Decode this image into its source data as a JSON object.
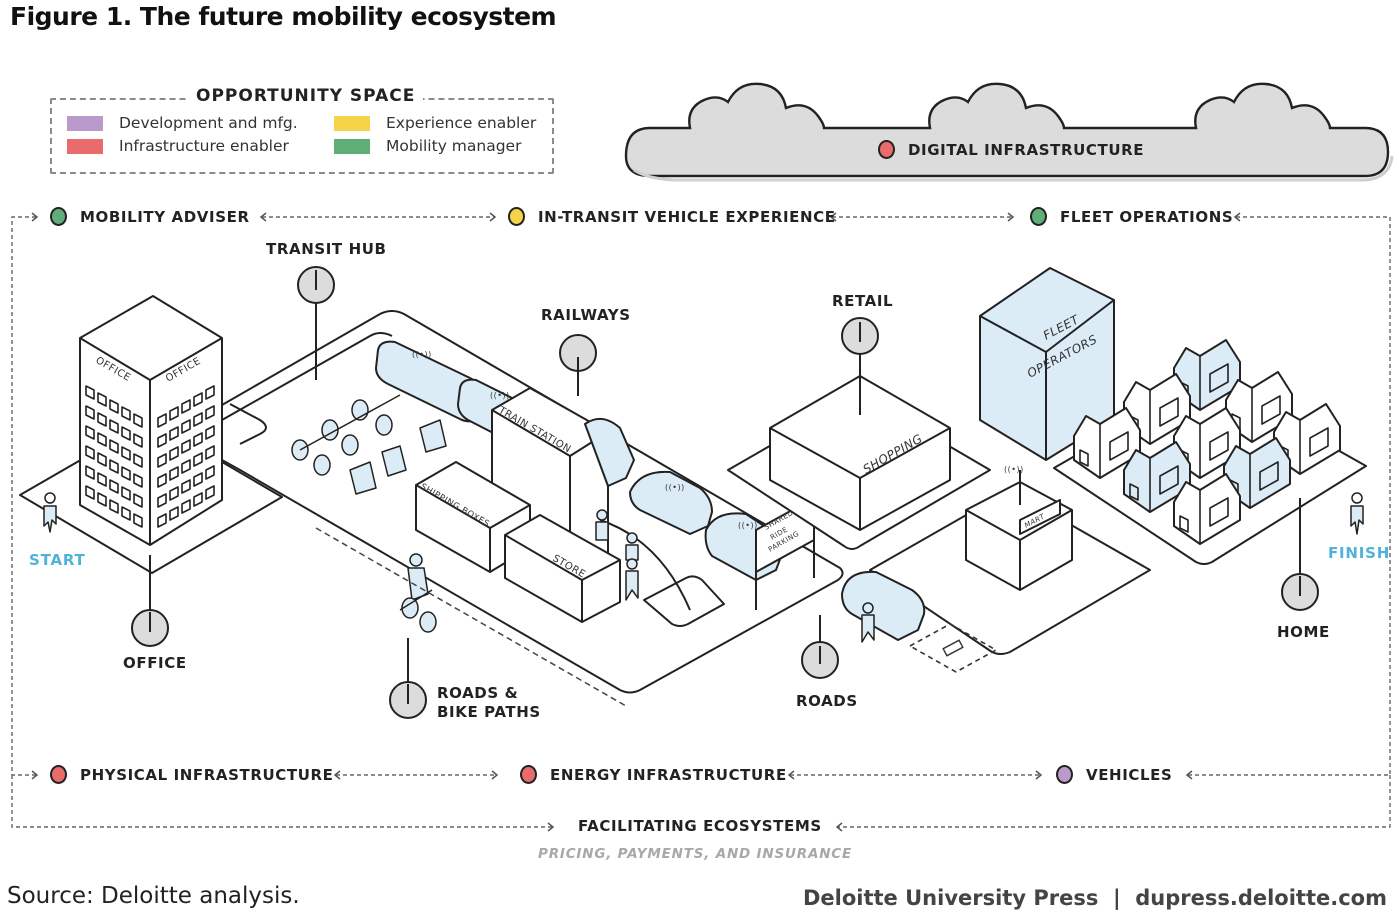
{
  "title": "Figure 1. The future mobility ecosystem",
  "legend": {
    "title": "OPPORTUNITY SPACE",
    "items": [
      {
        "label": "Development and mfg.",
        "color": "#b99acb"
      },
      {
        "label": "Infrastructure enabler",
        "color": "#ea6b6b"
      },
      {
        "label": "Experience enabler",
        "color": "#f5d547"
      },
      {
        "label": "Mobility manager",
        "color": "#5fae77"
      }
    ]
  },
  "cloud": {
    "label": "DIGITAL INFRASTRUCTURE",
    "color": "#ea6b6b"
  },
  "top_nodes": [
    {
      "label": "MOBILITY ADVISER",
      "color": "#5fae77"
    },
    {
      "label": "IN-TRANSIT VEHICLE EXPERIENCE",
      "color": "#f5d547"
    },
    {
      "label": "FLEET OPERATIONS",
      "color": "#5fae77"
    }
  ],
  "bottom_nodes": [
    {
      "label": "PHYSICAL INFRASTRUCTURE",
      "color": "#ea6b6b"
    },
    {
      "label": "ENERGY INFRASTRUCTURE",
      "color": "#ea6b6b"
    },
    {
      "label": "VEHICLES",
      "color": "#b99acb"
    }
  ],
  "facilitating": {
    "label": "FACILITATING ECOSYSTEMS",
    "sublabel": "PRICING, PAYMENTS, AND INSURANCE"
  },
  "places": {
    "transit_hub": "TRANSIT HUB",
    "railways": "RAILWAYS",
    "retail": "RETAIL",
    "office": "OFFICE",
    "roads_bike": [
      "ROADS &",
      "BIKE PATHS"
    ],
    "roads": "ROADS",
    "home": "HOME",
    "start": "START",
    "finish": "FINISH"
  },
  "building_labels": {
    "office": "OFFICE",
    "train_station": "TRAIN STATION",
    "shipping_boxes": "SHIPPING BOXES",
    "store": "STORE",
    "shopping": "SHOPPING",
    "fleet_operators": [
      "FLEET",
      "OPERATORS"
    ],
    "mart": "MART",
    "parking": [
      "SHARED-",
      "RIDE",
      "PARKING"
    ]
  },
  "footer": {
    "source": "Source: Deloitte analysis.",
    "credit": "Deloitte University Press  |  dupress.deloitte.com"
  }
}
